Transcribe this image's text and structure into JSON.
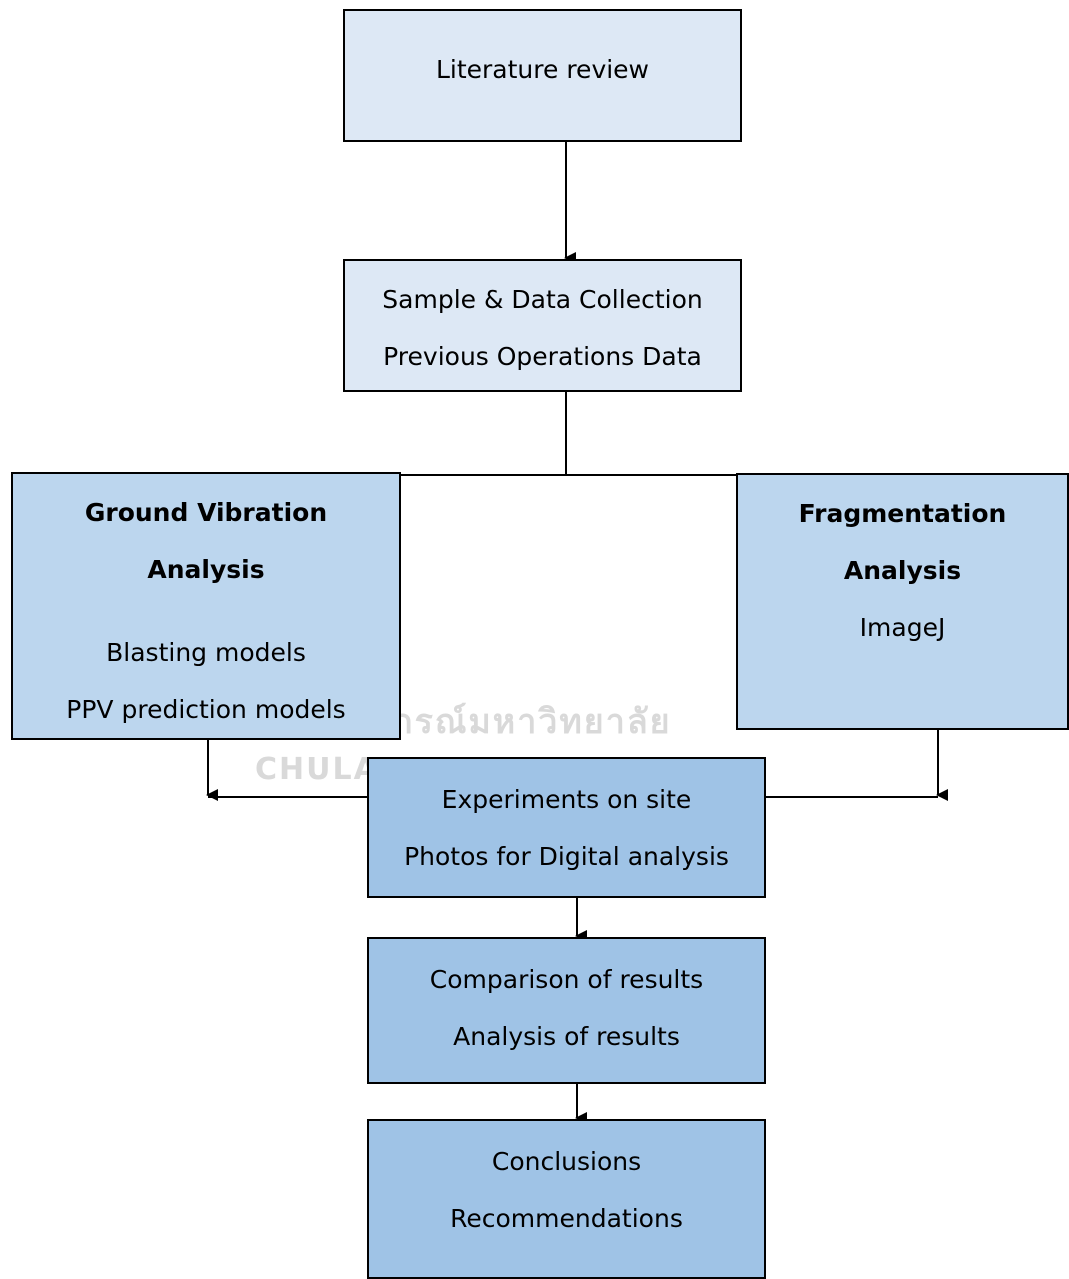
{
  "nodes": {
    "literature": {
      "lines": [
        "Literature review"
      ]
    },
    "sample": {
      "lines": [
        "Sample & Data Collection",
        "Previous Operations Data"
      ]
    },
    "ground": {
      "title": [
        "Ground Vibration",
        "Analysis"
      ],
      "lines": [
        "Blasting models",
        "PPV prediction models"
      ]
    },
    "fragmentation": {
      "title": [
        "Fragmentation",
        "Analysis"
      ],
      "lines": [
        "ImageJ"
      ]
    },
    "experiments": {
      "lines": [
        "Experiments on site",
        "Photos for Digital analysis"
      ]
    },
    "comparison": {
      "lines": [
        "Comparison of results",
        "Analysis of results"
      ]
    },
    "conclusions": {
      "lines": [
        "Conclusions",
        "Recommendations"
      ]
    }
  },
  "watermark": {
    "thai": "กรณ์มหาวิทยาลัย",
    "latin": "CHULA"
  },
  "colors": {
    "light": "#dde8f5",
    "mid": "#bcd6ee",
    "dark": "#9fc3e6",
    "stroke": "#000000"
  }
}
